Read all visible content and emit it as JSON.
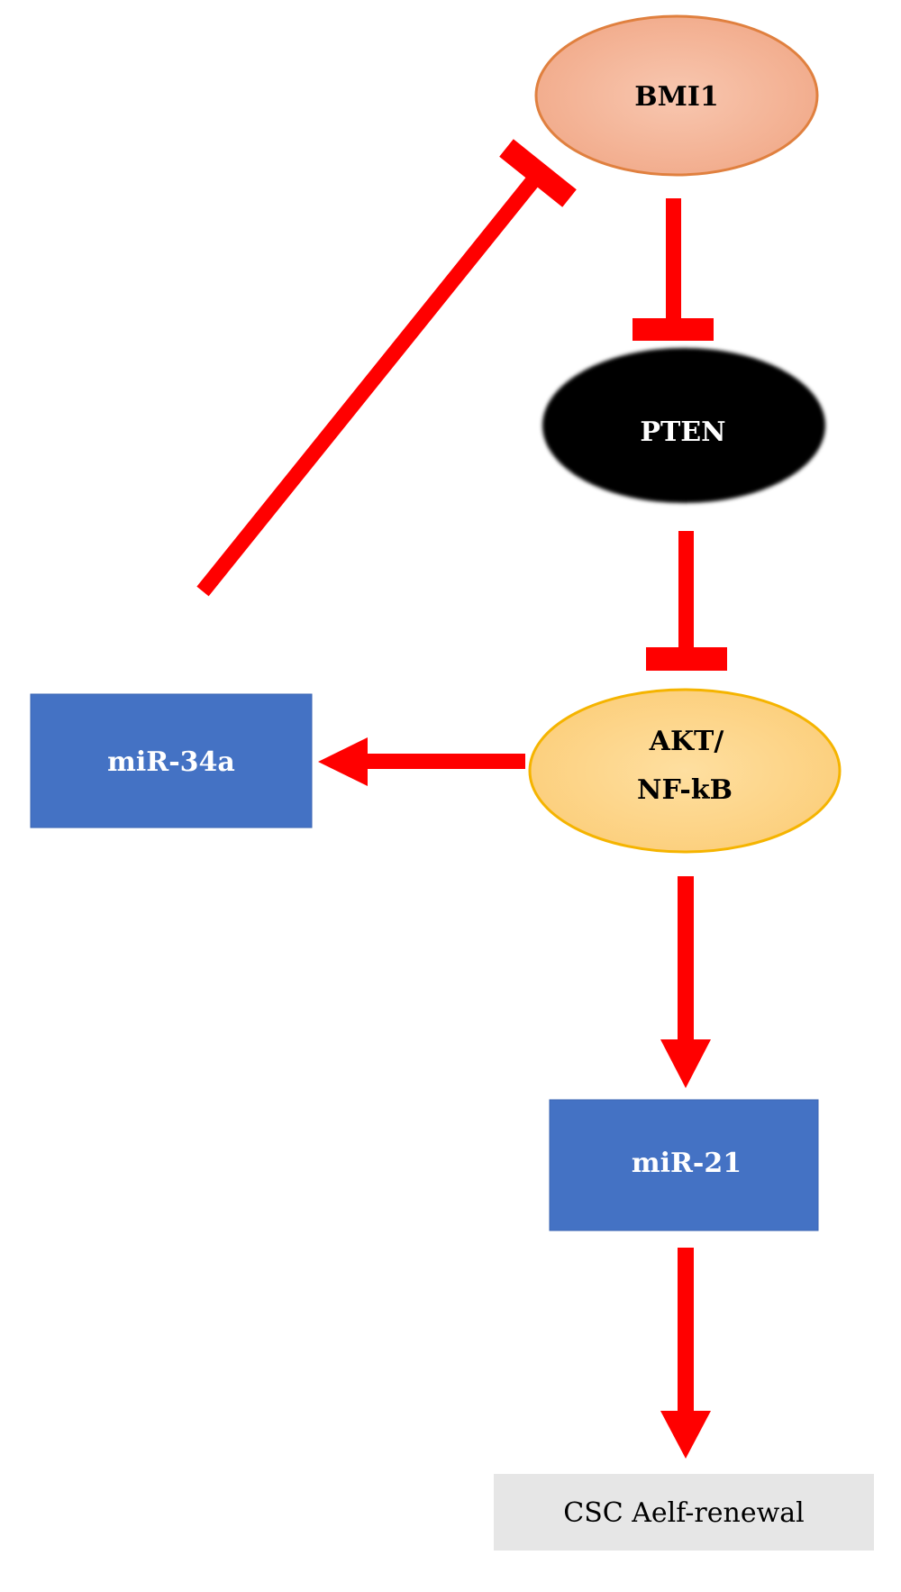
{
  "diagram": {
    "title": "",
    "colors": {
      "edge": "#ff0000",
      "bmi1_fill": "#f4b49a",
      "bmi1_stroke": "#e0803f",
      "pten_fill": "#000000",
      "akt_fill": "#fdd58a",
      "akt_stroke": "#f5b400",
      "mirna_fill": "#4472c4",
      "outcome_fill": "#e6e6e6"
    },
    "nodes": {
      "bmi1": {
        "label": "BMI1",
        "shape": "ellipse"
      },
      "pten": {
        "label": "PTEN",
        "shape": "ellipse"
      },
      "akt": {
        "label_line1": "AKT/",
        "label_line2": "NF-kB",
        "shape": "ellipse"
      },
      "mir34a": {
        "label": "miR-34a",
        "shape": "rectangle"
      },
      "mir21": {
        "label": "miR-21",
        "shape": "rectangle"
      },
      "csc": {
        "label": "CSC Aelf-renewal",
        "shape": "rectangle"
      }
    },
    "edges": [
      {
        "from": "BMI1",
        "to": "PTEN",
        "type": "inhibition"
      },
      {
        "from": "PTEN",
        "to": "AKT/NF-kB",
        "type": "inhibition"
      },
      {
        "from": "AKT/NF-kB",
        "to": "miR-34a",
        "type": "activation"
      },
      {
        "from": "miR-34a",
        "to": "BMI1",
        "type": "inhibition"
      },
      {
        "from": "AKT/NF-kB",
        "to": "miR-21",
        "type": "activation"
      },
      {
        "from": "miR-21",
        "to": "CSC Aelf-renewal",
        "type": "activation"
      }
    ]
  }
}
